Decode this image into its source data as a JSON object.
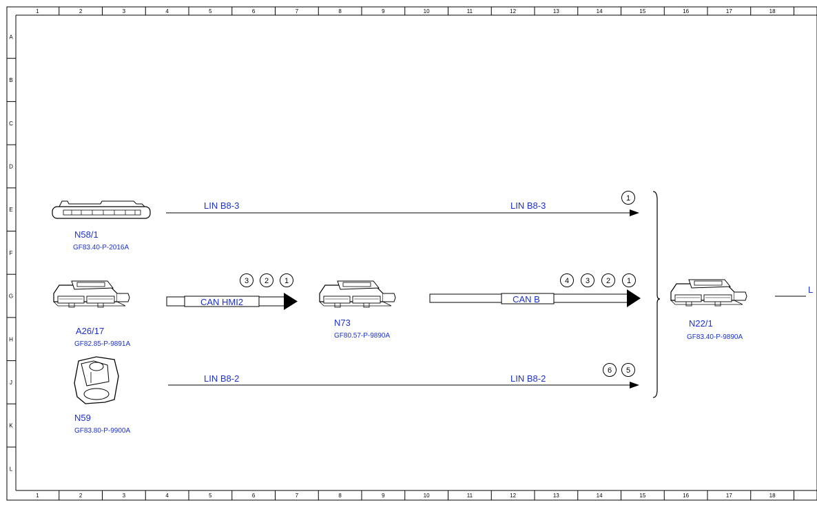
{
  "frame": {
    "columns": [
      "1",
      "2",
      "3",
      "4",
      "5",
      "6",
      "7",
      "8",
      "9",
      "10",
      "11",
      "12",
      "13",
      "14",
      "15",
      "16",
      "17",
      "18"
    ],
    "rows": [
      "A",
      "B",
      "C",
      "D",
      "E",
      "F",
      "G",
      "H",
      "J",
      "K",
      "L"
    ]
  },
  "components": {
    "n58_1": {
      "id": "N58/1",
      "ref": "GF83.40-P-2016A"
    },
    "a26_17": {
      "id": "A26/17",
      "ref": "GF82.85-P-9891A"
    },
    "n59": {
      "id": "N59",
      "ref": "GF83.80-P-9900A"
    },
    "n73": {
      "id": "N73",
      "ref": "GF80.57-P-9890A"
    },
    "n22_1": {
      "id": "N22/1",
      "ref": "GF83.40-P-9890A"
    }
  },
  "connections": {
    "lin_b8_3": {
      "label_start": "LIN B8-3",
      "label_end": "LIN B8-3",
      "markers": [
        "1"
      ]
    },
    "can_hmi2": {
      "label": "CAN HMI2",
      "markers": [
        "3",
        "2",
        "1"
      ]
    },
    "can_b": {
      "label": "CAN B",
      "markers": [
        "4",
        "3",
        "2",
        "1"
      ]
    },
    "lin_b8_2": {
      "label_start": "LIN B8-2",
      "label_end": "LIN B8-2",
      "markers": [
        "6",
        "5"
      ]
    },
    "right_exit": {
      "label": "L"
    }
  }
}
